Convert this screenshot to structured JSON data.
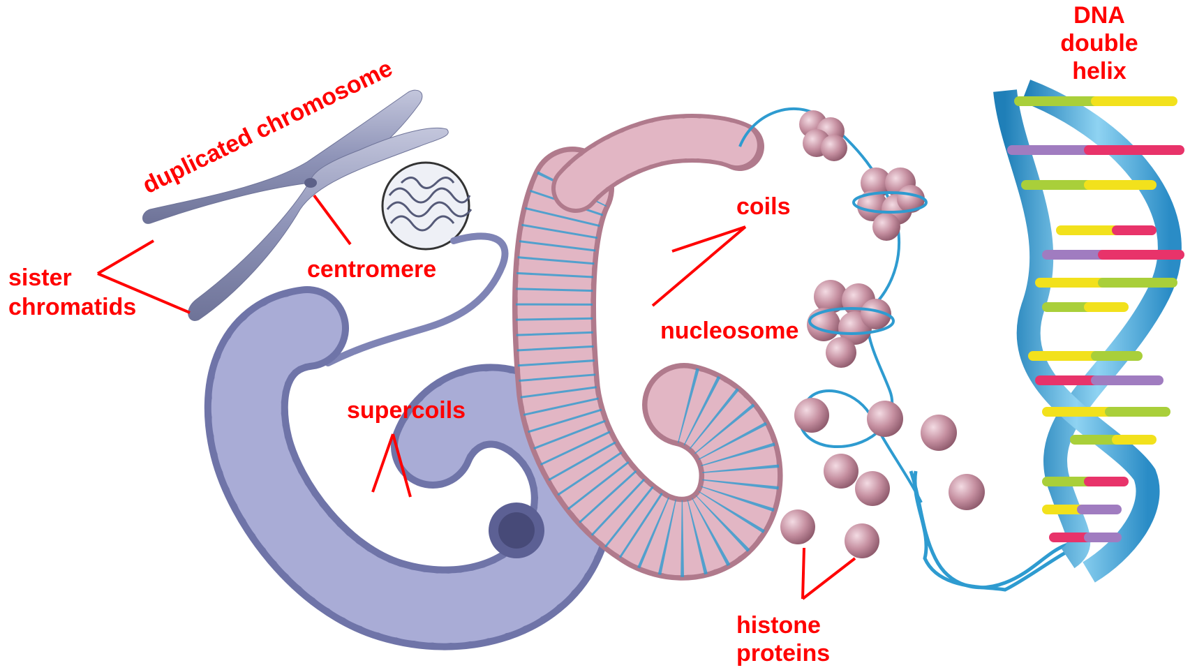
{
  "labels": {
    "duplicated_chromosome": "duplicated chromosome",
    "sister_line1": "sister",
    "sister_line2": "chromatids",
    "centromere": "centromere",
    "supercoils": "supercoils",
    "coils": "coils",
    "nucleosome": "nucleosome",
    "histone_line1": "histone",
    "histone_line2": "proteins",
    "dna_line1": "DNA",
    "dna_line2": "double",
    "dna_line3": "helix"
  },
  "colors": {
    "label": "#ff0000",
    "chromosome": "#8f94b8",
    "supercoil": "#8a8fc0",
    "histone": "#c58fa0",
    "dna_backbone": "#3aa4d6",
    "base_yellow": "#f2e11c",
    "base_green": "#a9cf3a",
    "base_pink": "#e8336a",
    "base_purple": "#a07cc0"
  }
}
